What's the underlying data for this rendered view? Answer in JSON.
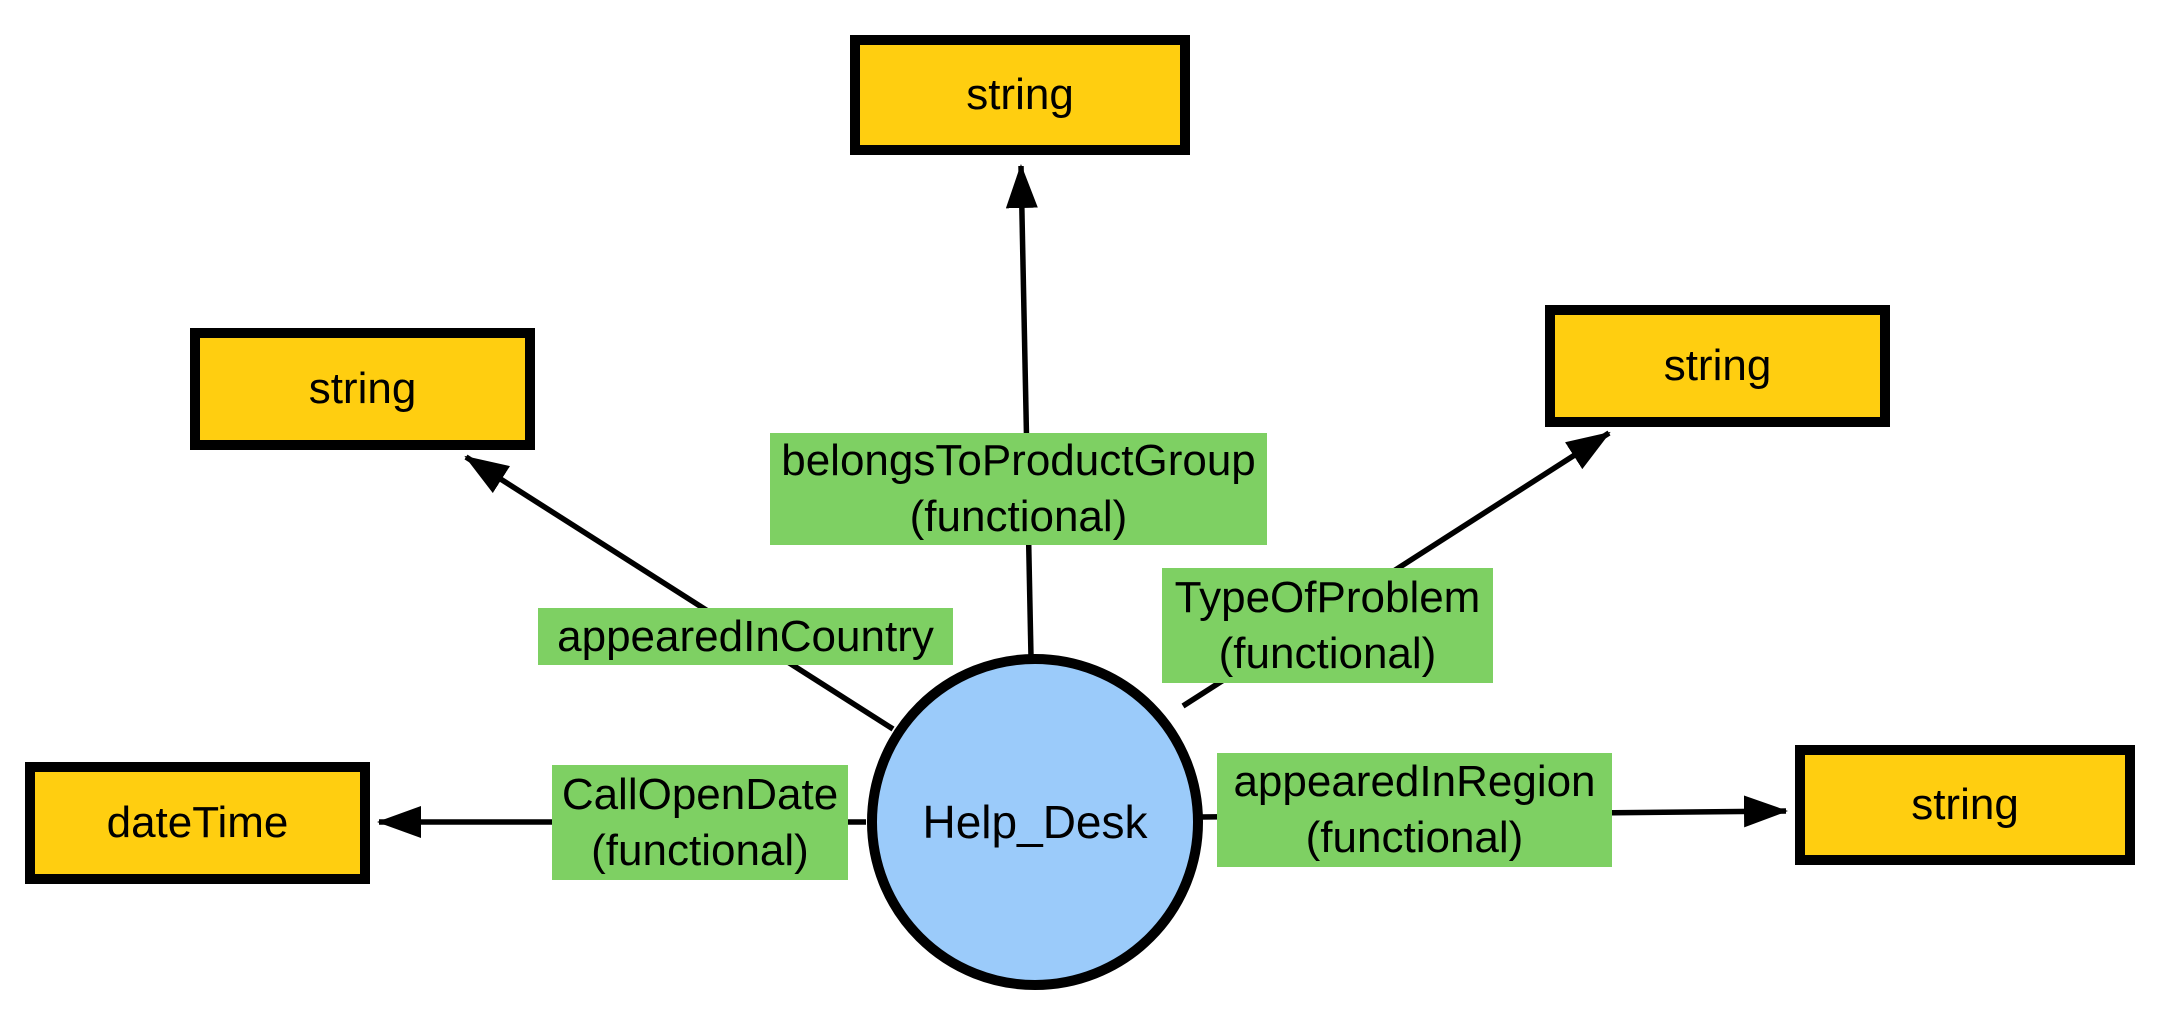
{
  "colors": {
    "class_node_fill": "#9bcbfa",
    "datatype_node_fill": "#ffce10",
    "edge_label_bg": "#7ed063",
    "line_color": "#000000",
    "text_color": "#000000"
  },
  "class_node": {
    "label": "Help_Desk"
  },
  "datatype_nodes": {
    "top": {
      "label": "string"
    },
    "upper_left": {
      "label": "string"
    },
    "upper_right": {
      "label": "string"
    },
    "left": {
      "label": "dateTime"
    },
    "right": {
      "label": "string"
    }
  },
  "edges": {
    "belongs_to_product_group": {
      "label": "belongsToProductGroup",
      "qualifier": "(functional)"
    },
    "appeared_in_country": {
      "label": "appearedInCountry",
      "qualifier": ""
    },
    "type_of_problem": {
      "label": "TypeOfProblem",
      "qualifier": "(functional)"
    },
    "call_open_date": {
      "label": "CallOpenDate",
      "qualifier": "(functional)"
    },
    "appeared_in_region": {
      "label": "appearedInRegion",
      "qualifier": "(functional)"
    }
  }
}
